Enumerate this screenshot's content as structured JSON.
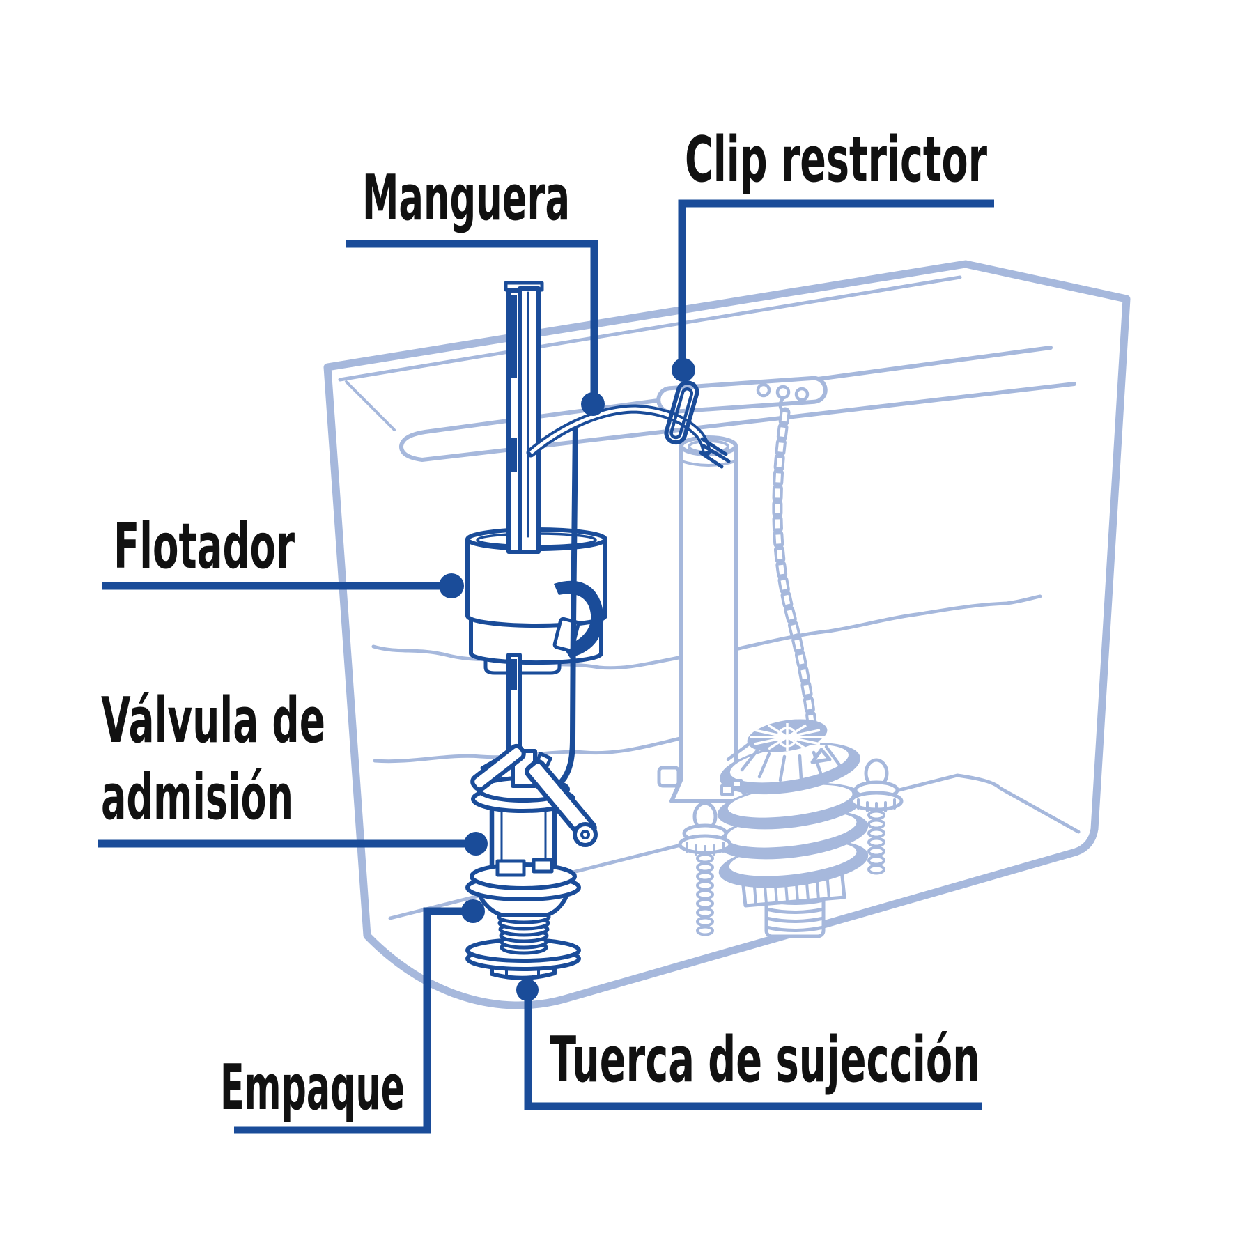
{
  "diagram": {
    "type": "labeled-technical-diagram",
    "labels": {
      "manguera": "Manguera",
      "clip_restrictor": "Clip restrictor",
      "flotador": "Flotador",
      "valvula_line1": "Válvula de",
      "valvula_line2": "admisión",
      "empaque": "Empaque",
      "tuerca": "Tuerca de sujección"
    },
    "colors": {
      "label_text": "#111111",
      "leader_line": "#1a4c99",
      "mechanism_outline": "#1a4c99",
      "tank_outline": "#a6b8dc",
      "background": "#ffffff"
    }
  }
}
